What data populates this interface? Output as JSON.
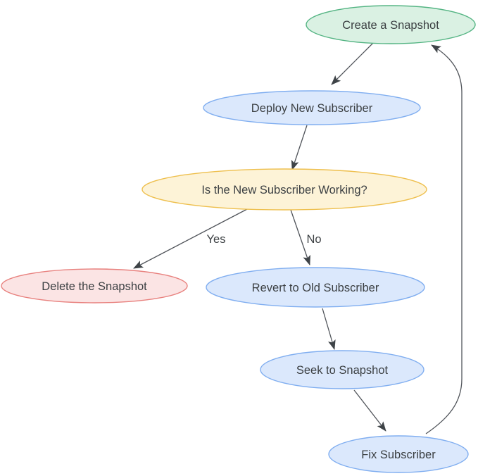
{
  "diagram": {
    "type": "flowchart",
    "background_color": "#ffffff",
    "text_color": "#3c4043",
    "edge_color": "#50545a",
    "arrow_color": "#3e4347",
    "nodes": [
      {
        "id": "create-snapshot",
        "label": "Create a Snapshot",
        "fill": "#daf1e3",
        "stroke": "#54b483"
      },
      {
        "id": "deploy-new-subscriber",
        "label": "Deploy New Subscriber",
        "fill": "#dbe8fc",
        "stroke": "#80aef0"
      },
      {
        "id": "is-new-subscriber-working",
        "label": "Is the New Subscriber Working?",
        "fill": "#fdf3d7",
        "stroke": "#eebf4d"
      },
      {
        "id": "delete-the-snapshot",
        "label": "Delete the Snapshot",
        "fill": "#fbe4e4",
        "stroke": "#e8817e"
      },
      {
        "id": "revert-to-old-subscriber",
        "label": "Revert to Old Subscriber",
        "fill": "#dbe8fc",
        "stroke": "#80aef0"
      },
      {
        "id": "seek-to-snapshot",
        "label": "Seek to Snapshot",
        "fill": "#dbe8fc",
        "stroke": "#80aef0"
      },
      {
        "id": "fix-subscriber",
        "label": "Fix Subscriber",
        "fill": "#dbe8fc",
        "stroke": "#80aef0"
      }
    ],
    "edges": [
      {
        "from": "create-snapshot",
        "to": "deploy-new-subscriber",
        "label": ""
      },
      {
        "from": "deploy-new-subscriber",
        "to": "is-new-subscriber-working",
        "label": ""
      },
      {
        "from": "is-new-subscriber-working",
        "to": "delete-the-snapshot",
        "label": "Yes"
      },
      {
        "from": "is-new-subscriber-working",
        "to": "revert-to-old-subscriber",
        "label": "No"
      },
      {
        "from": "revert-to-old-subscriber",
        "to": "seek-to-snapshot",
        "label": ""
      },
      {
        "from": "seek-to-snapshot",
        "to": "fix-subscriber",
        "label": ""
      },
      {
        "from": "fix-subscriber",
        "to": "create-snapshot",
        "label": ""
      }
    ]
  }
}
